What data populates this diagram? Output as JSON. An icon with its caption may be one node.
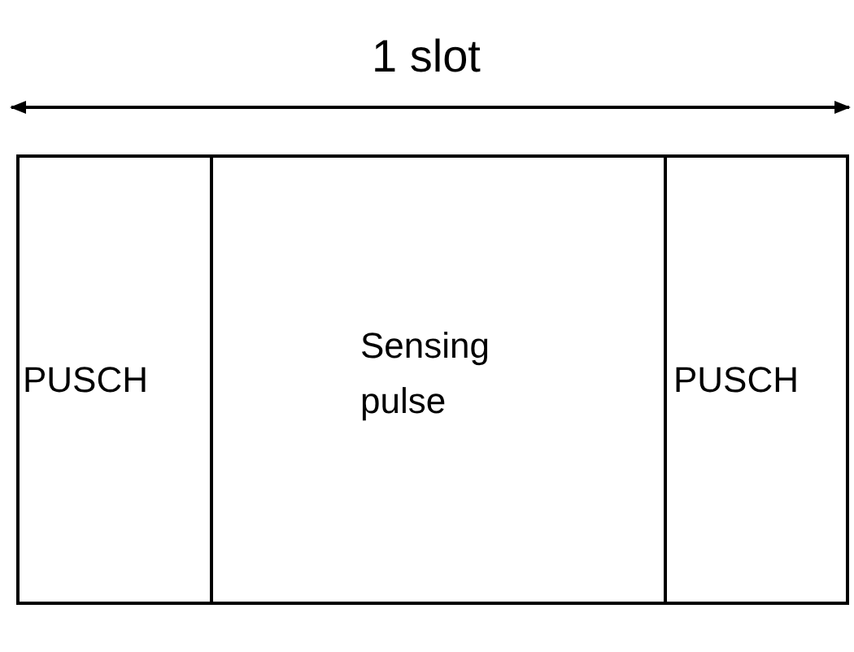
{
  "diagram": {
    "nodes": [
      {
        "text": [
          "PUSCH"
        ]
      },
      {
        "text": [
          "Sensing pulse"
        ]
      },
      {
        "text": [
          "PUSCH"
        ]
      }
    ],
    "labels": [
      "1 slot"
    ]
  }
}
